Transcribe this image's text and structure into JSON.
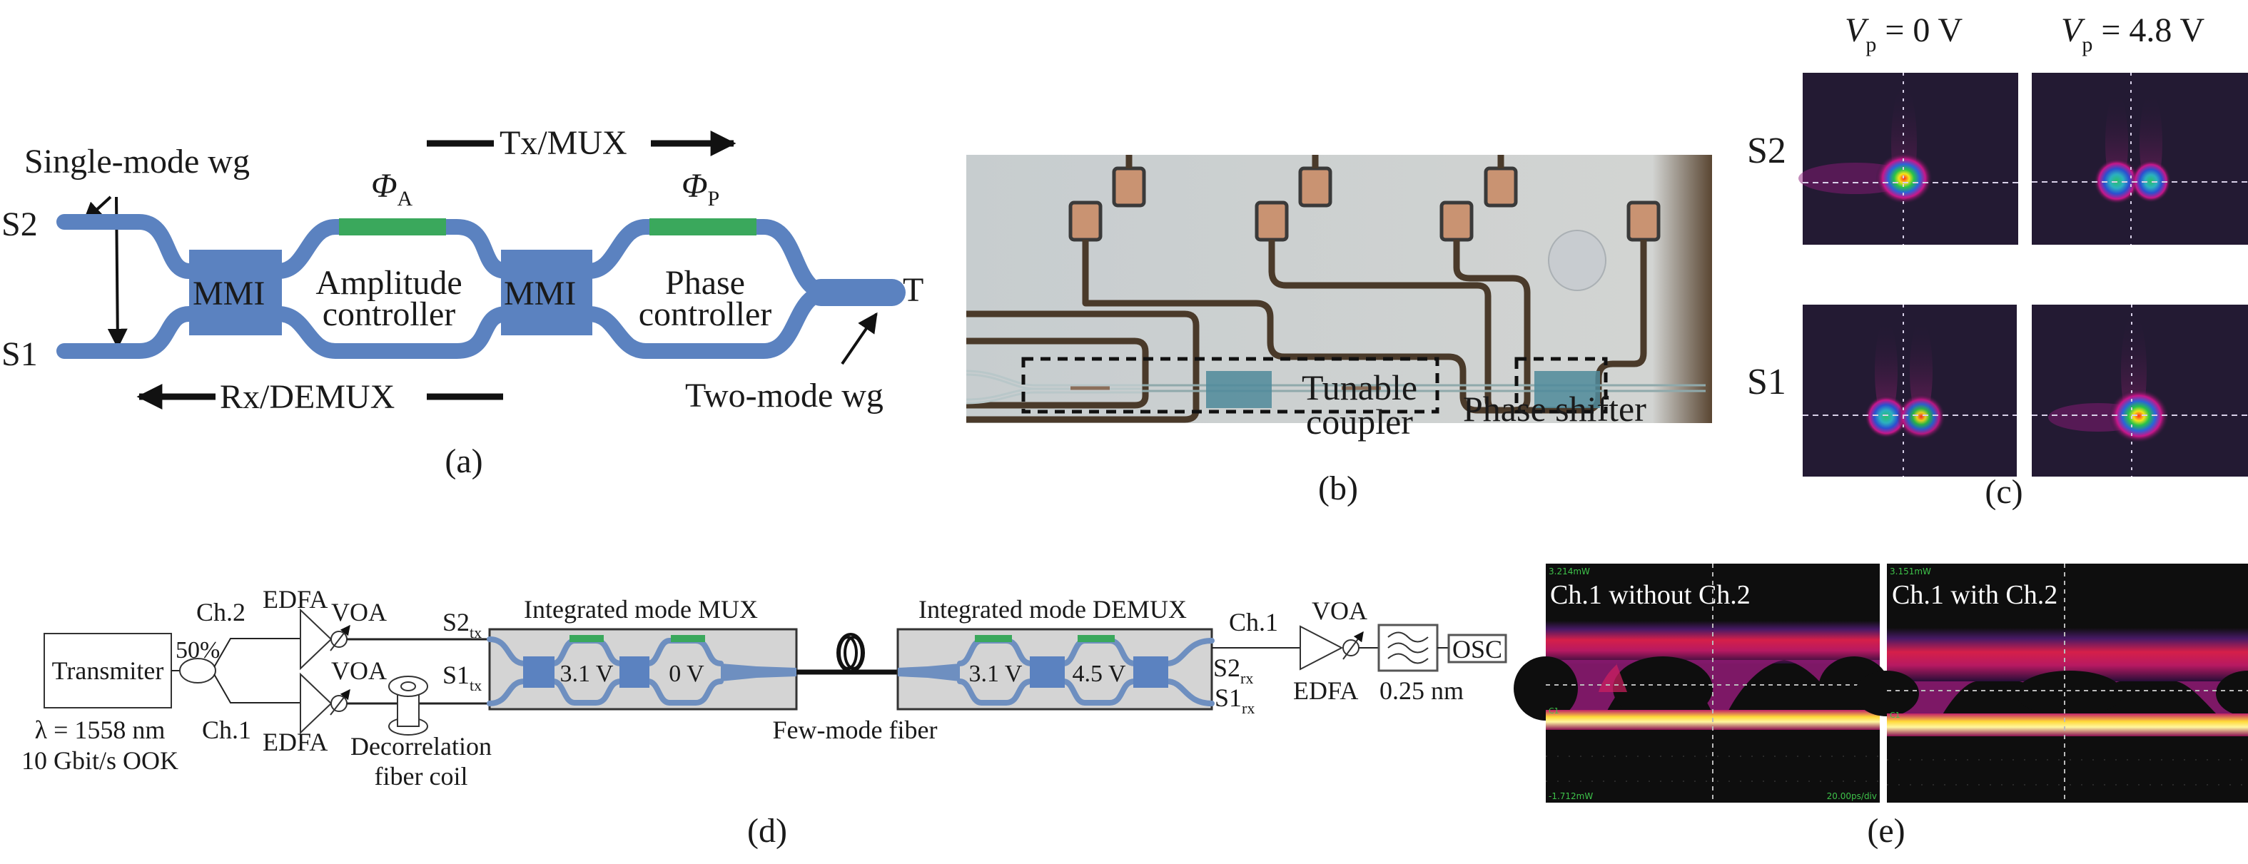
{
  "figure": {
    "panel_labels": {
      "a": "(a)",
      "b": "(b)",
      "c": "(c)",
      "d": "(d)",
      "e": "(e)"
    }
  },
  "panel_a": {
    "tx_mux": "Tx/MUX",
    "rx_demux": "Rx/DEMUX",
    "single_mode_wg": "Single-mode wg",
    "two_mode_wg": "Two-mode wg",
    "port_s2": "S2",
    "port_s1": "S1",
    "port_t": "T",
    "mmi1": "MMI",
    "mmi2": "MMI",
    "amplitude_line1": "Amplitude",
    "amplitude_line2": "controller",
    "phase_line1": "Phase",
    "phase_line2": "controller",
    "phi_a_symbol": "Φ",
    "phi_a_sub": "A",
    "phi_p_symbol": "Φ",
    "phi_p_sub": "P",
    "colors": {
      "waveguide": "#5b82c0",
      "heater": "#3aa85c"
    }
  },
  "panel_b": {
    "tunable_line1": "Tunable",
    "tunable_line2": "coupler",
    "phase_shifter": "Phase shifter"
  },
  "panel_c": {
    "col1_v": "V",
    "col1_sub": "p",
    "col1_val": " = 0 V",
    "col2_v": "V",
    "col2_sub": "p",
    "col2_val": " = 4.8 V",
    "row1": "S2",
    "row2": "S1"
  },
  "panel_d": {
    "transmitter": "Transmiter",
    "wavelength": "λ = 1558 nm",
    "modulation": "10 Gbit/s OOK",
    "splitter_ratio": "50%",
    "ch2": "Ch.2",
    "ch1": "Ch.1",
    "edfa_top": "EDFA",
    "edfa_bottom": "EDFA",
    "voa_top": "VOA",
    "voa_bottom": "VOA",
    "decorrelation_line1": "Decorrelation",
    "decorrelation_line2": "fiber coil",
    "s2tx": "S2",
    "s2tx_sub": "tx",
    "s1tx": "S1",
    "s1tx_sub": "tx",
    "mux_title": "Integrated mode MUX",
    "mux_v1": "3.1 V",
    "mux_v2": "0 V",
    "few_mode_fiber": "Few-mode fiber",
    "demux_title": "Integrated mode DEMUX",
    "demux_v1": "3.1 V",
    "demux_v2": "4.5 V",
    "s2rx": "S2",
    "s2rx_sub": "rx",
    "s1rx": "S1",
    "s1rx_sub": "rx",
    "rx_ch1": "Ch.1",
    "rx_voa": "VOA",
    "rx_edfa": "EDFA",
    "filter_bw": "0.25 nm",
    "osc": "OSC"
  },
  "panel_e": {
    "left_title": "Ch.1 without Ch.2",
    "right_title": "Ch.1 with Ch.2",
    "left_top_scale": "3.214mW",
    "right_top_scale": "3.151mW",
    "left_bottom_scale": "-1.712mW",
    "left_time_scale": "20.00ps/div",
    "channel_marker": "C1"
  }
}
